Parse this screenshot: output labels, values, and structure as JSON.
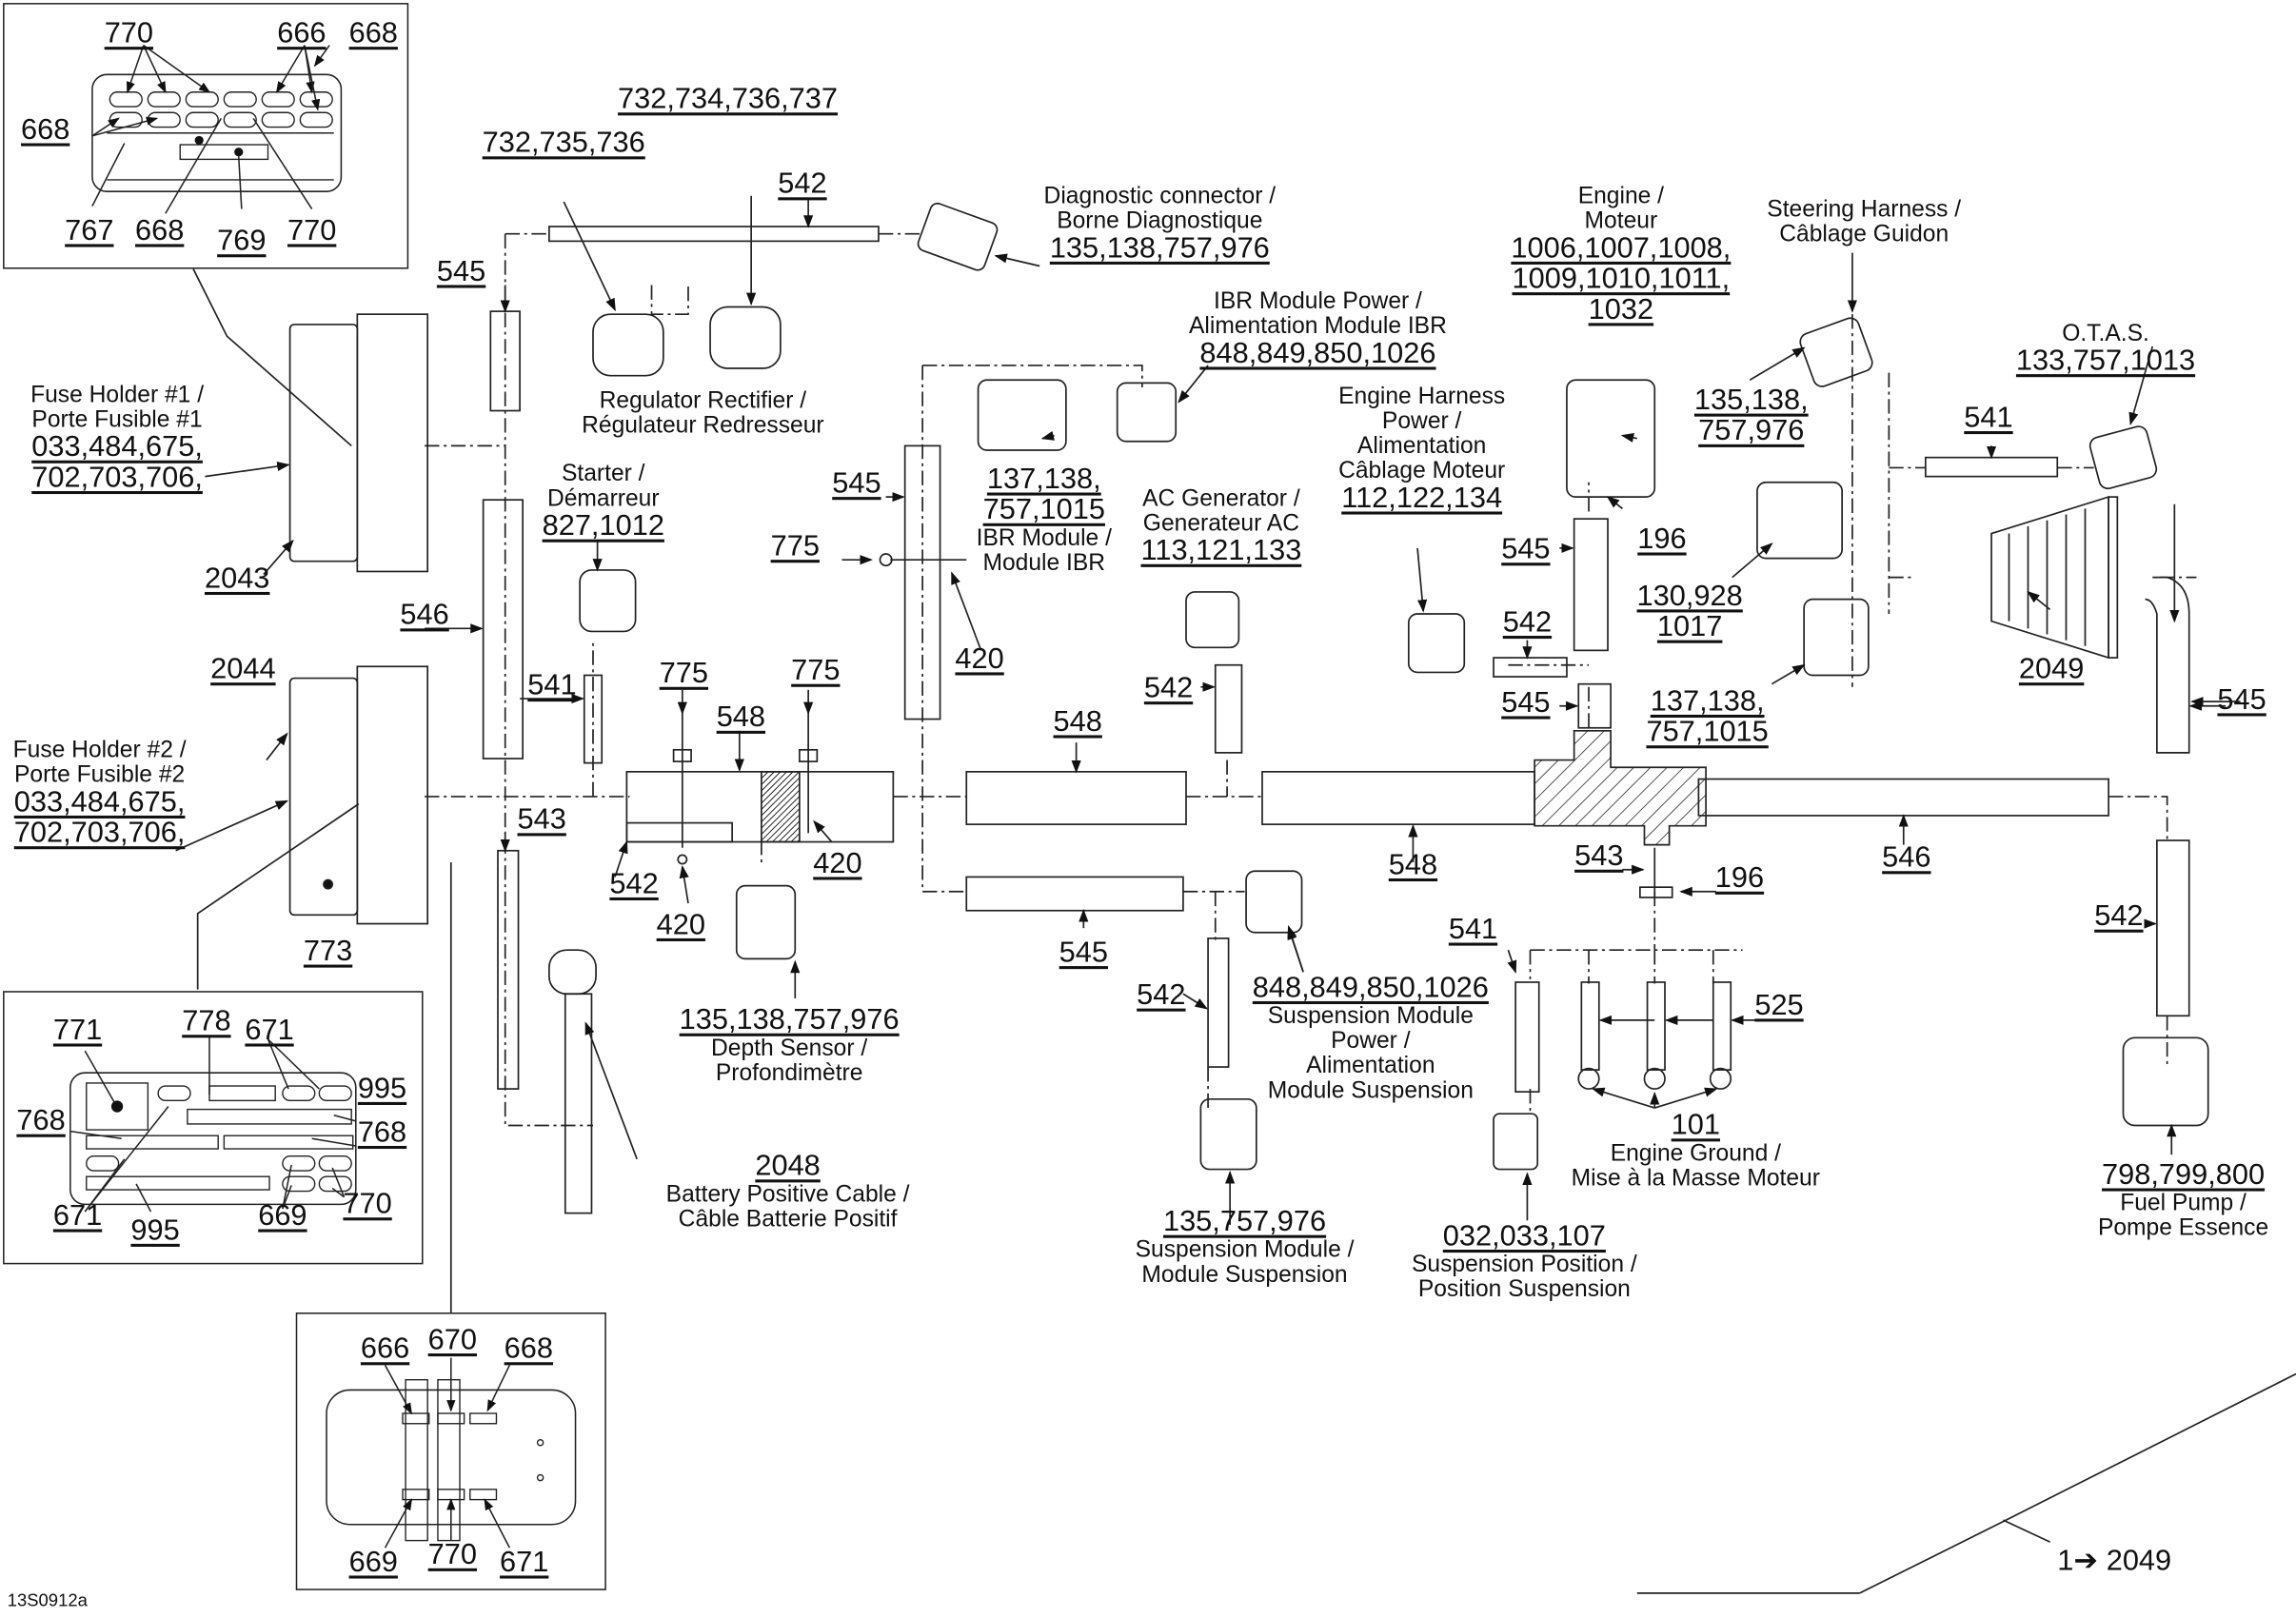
{
  "figure_code": "13S0912a",
  "callout_range": "1➔ 2049",
  "components": {
    "diagnostic": {
      "title": "Diagnostic connector /",
      "subtitle": "Borne Diagnostique",
      "parts": "135,138,757,976"
    },
    "regulator": {
      "title": "Regulator Rectifier /",
      "subtitle": "Régulateur Redresseur",
      "parts_a": "732,735,736",
      "parts_b": "732,734,736,737"
    },
    "ibr_power": {
      "title": "IBR Module Power /",
      "subtitle": "Alimentation Module IBR",
      "parts": "848,849,850,1026"
    },
    "ibr_module": {
      "parts_a": "137,138,",
      "parts_b": "757,1015",
      "title": "IBR Module /",
      "subtitle": "Module IBR"
    },
    "engine": {
      "title": "Engine /",
      "subtitle": "Moteur",
      "parts_a": "1006,1007,1008,",
      "parts_b": "1009,1010,1011,",
      "parts_c": "1032"
    },
    "engine_harness": {
      "title": "Engine Harness",
      "line2": "Power /",
      "line3": "Alimentation",
      "line4": "Câblage Moteur",
      "parts": "112,122,134"
    },
    "ac_generator": {
      "title": "AC Generator /",
      "subtitle": "Generateur AC",
      "parts": "113,121,133"
    },
    "starter": {
      "title": "Starter /",
      "subtitle": "Démarreur",
      "parts": "827,1012"
    },
    "steering": {
      "title": "Steering Harness /",
      "subtitle": "Câblage Guidon",
      "parts_a": "135,138,",
      "parts_b": "757,976"
    },
    "otas": {
      "title": "O.T.A.S.",
      "parts": "133,757,1013"
    },
    "steering_mid": {
      "parts_a": "130,928",
      "parts_b": "1017"
    },
    "steering_low": {
      "parts_a": "137,138,",
      "parts_b": "757,1015"
    },
    "fuse1": {
      "title": "Fuse Holder #1 /",
      "subtitle": "Porte Fusible #1",
      "parts_a": "033,484,675,",
      "parts_b": "702,703,706,"
    },
    "fuse2": {
      "title": "Fuse Holder #2 /",
      "subtitle": "Porte Fusible #2",
      "parts_a": "033,484,675,",
      "parts_b": "702,703,706,"
    },
    "depth": {
      "parts": "135,138,757,976",
      "title": "Depth Sensor /",
      "subtitle": "Profondimètre"
    },
    "battery": {
      "ref": "2048",
      "title": "Battery Positive Cable /",
      "subtitle": "Câble Batterie Positif"
    },
    "susp_power": {
      "parts": "848,849,850,1026",
      "line1": "Suspension Module",
      "line2": "Power /",
      "line3": "Alimentation",
      "line4": "Module Suspension"
    },
    "susp_module": {
      "parts": "135,757,976",
      "title": "Suspension Module /",
      "subtitle": "Module Suspension"
    },
    "susp_position": {
      "parts": "032,033,107",
      "title": "Suspension Position /",
      "subtitle": "Position Suspension"
    },
    "engine_ground": {
      "ref": "101",
      "title": "Engine Ground /",
      "subtitle": "Mise à la Masse Moteur"
    },
    "fuel_pump": {
      "parts": "798,799,800",
      "title": "Fuel Pump /",
      "subtitle": "Pompe Essence"
    }
  },
  "refs": {
    "r542_top": "542",
    "r545_a": "545",
    "r546_a": "546",
    "r541_a": "541",
    "r543_a": "543",
    "r775_a": "775",
    "r548_a": "548",
    "r775_b": "775",
    "r542_b": "542",
    "r420_a": "420",
    "r420_b": "420",
    "r545_b": "545",
    "r775_c": "775",
    "r420_c": "420",
    "r548_b": "548",
    "r542_c": "542",
    "r545_c": "545",
    "r548_c": "548",
    "r542_d": "542",
    "r545_d": "545",
    "r545_e": "545",
    "r196_a": "196",
    "r543_b": "543",
    "r196_b": "196",
    "r546_b": "546",
    "r541_b": "541",
    "r525": "525",
    "r541_c": "541",
    "r2049": "2049",
    "r545_f": "545",
    "r542_e": "542",
    "r2043": "2043",
    "r2044": "2044",
    "r773": "773"
  },
  "inset_top": {
    "r770_a": "770",
    "r666": "666",
    "r668_a": "668",
    "r668_b": "668",
    "r767": "767",
    "r668_c": "668",
    "r769": "769",
    "r770_b": "770"
  },
  "inset_mid": {
    "r771": "771",
    "r778": "778",
    "r671_a": "671",
    "r995_a": "995",
    "r768_a": "768",
    "r768_b": "768",
    "r671_b": "671",
    "r995_b": "995",
    "r669": "669",
    "r770": "770"
  },
  "inset_bot": {
    "r666": "666",
    "r670": "670",
    "r668": "668",
    "r669": "669",
    "r770": "770",
    "r671": "671"
  }
}
